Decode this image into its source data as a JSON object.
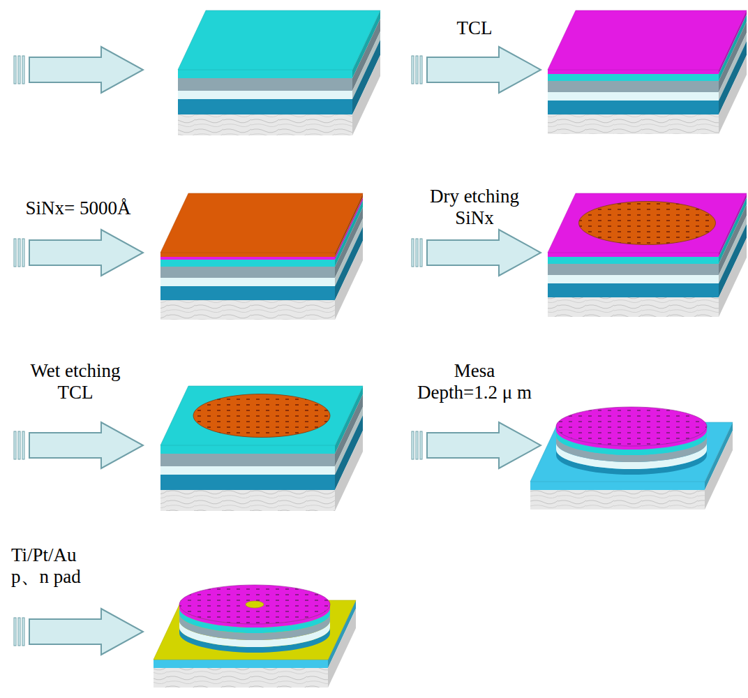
{
  "diagram": {
    "labels": [
      "TCL",
      "SiNx= 5000Å",
      "Dry etching SiNx",
      "Wet etching TCL",
      "Mesa Depth=1.2 μ m",
      "Ti/Pt/Au p、n pad"
    ]
  }
}
